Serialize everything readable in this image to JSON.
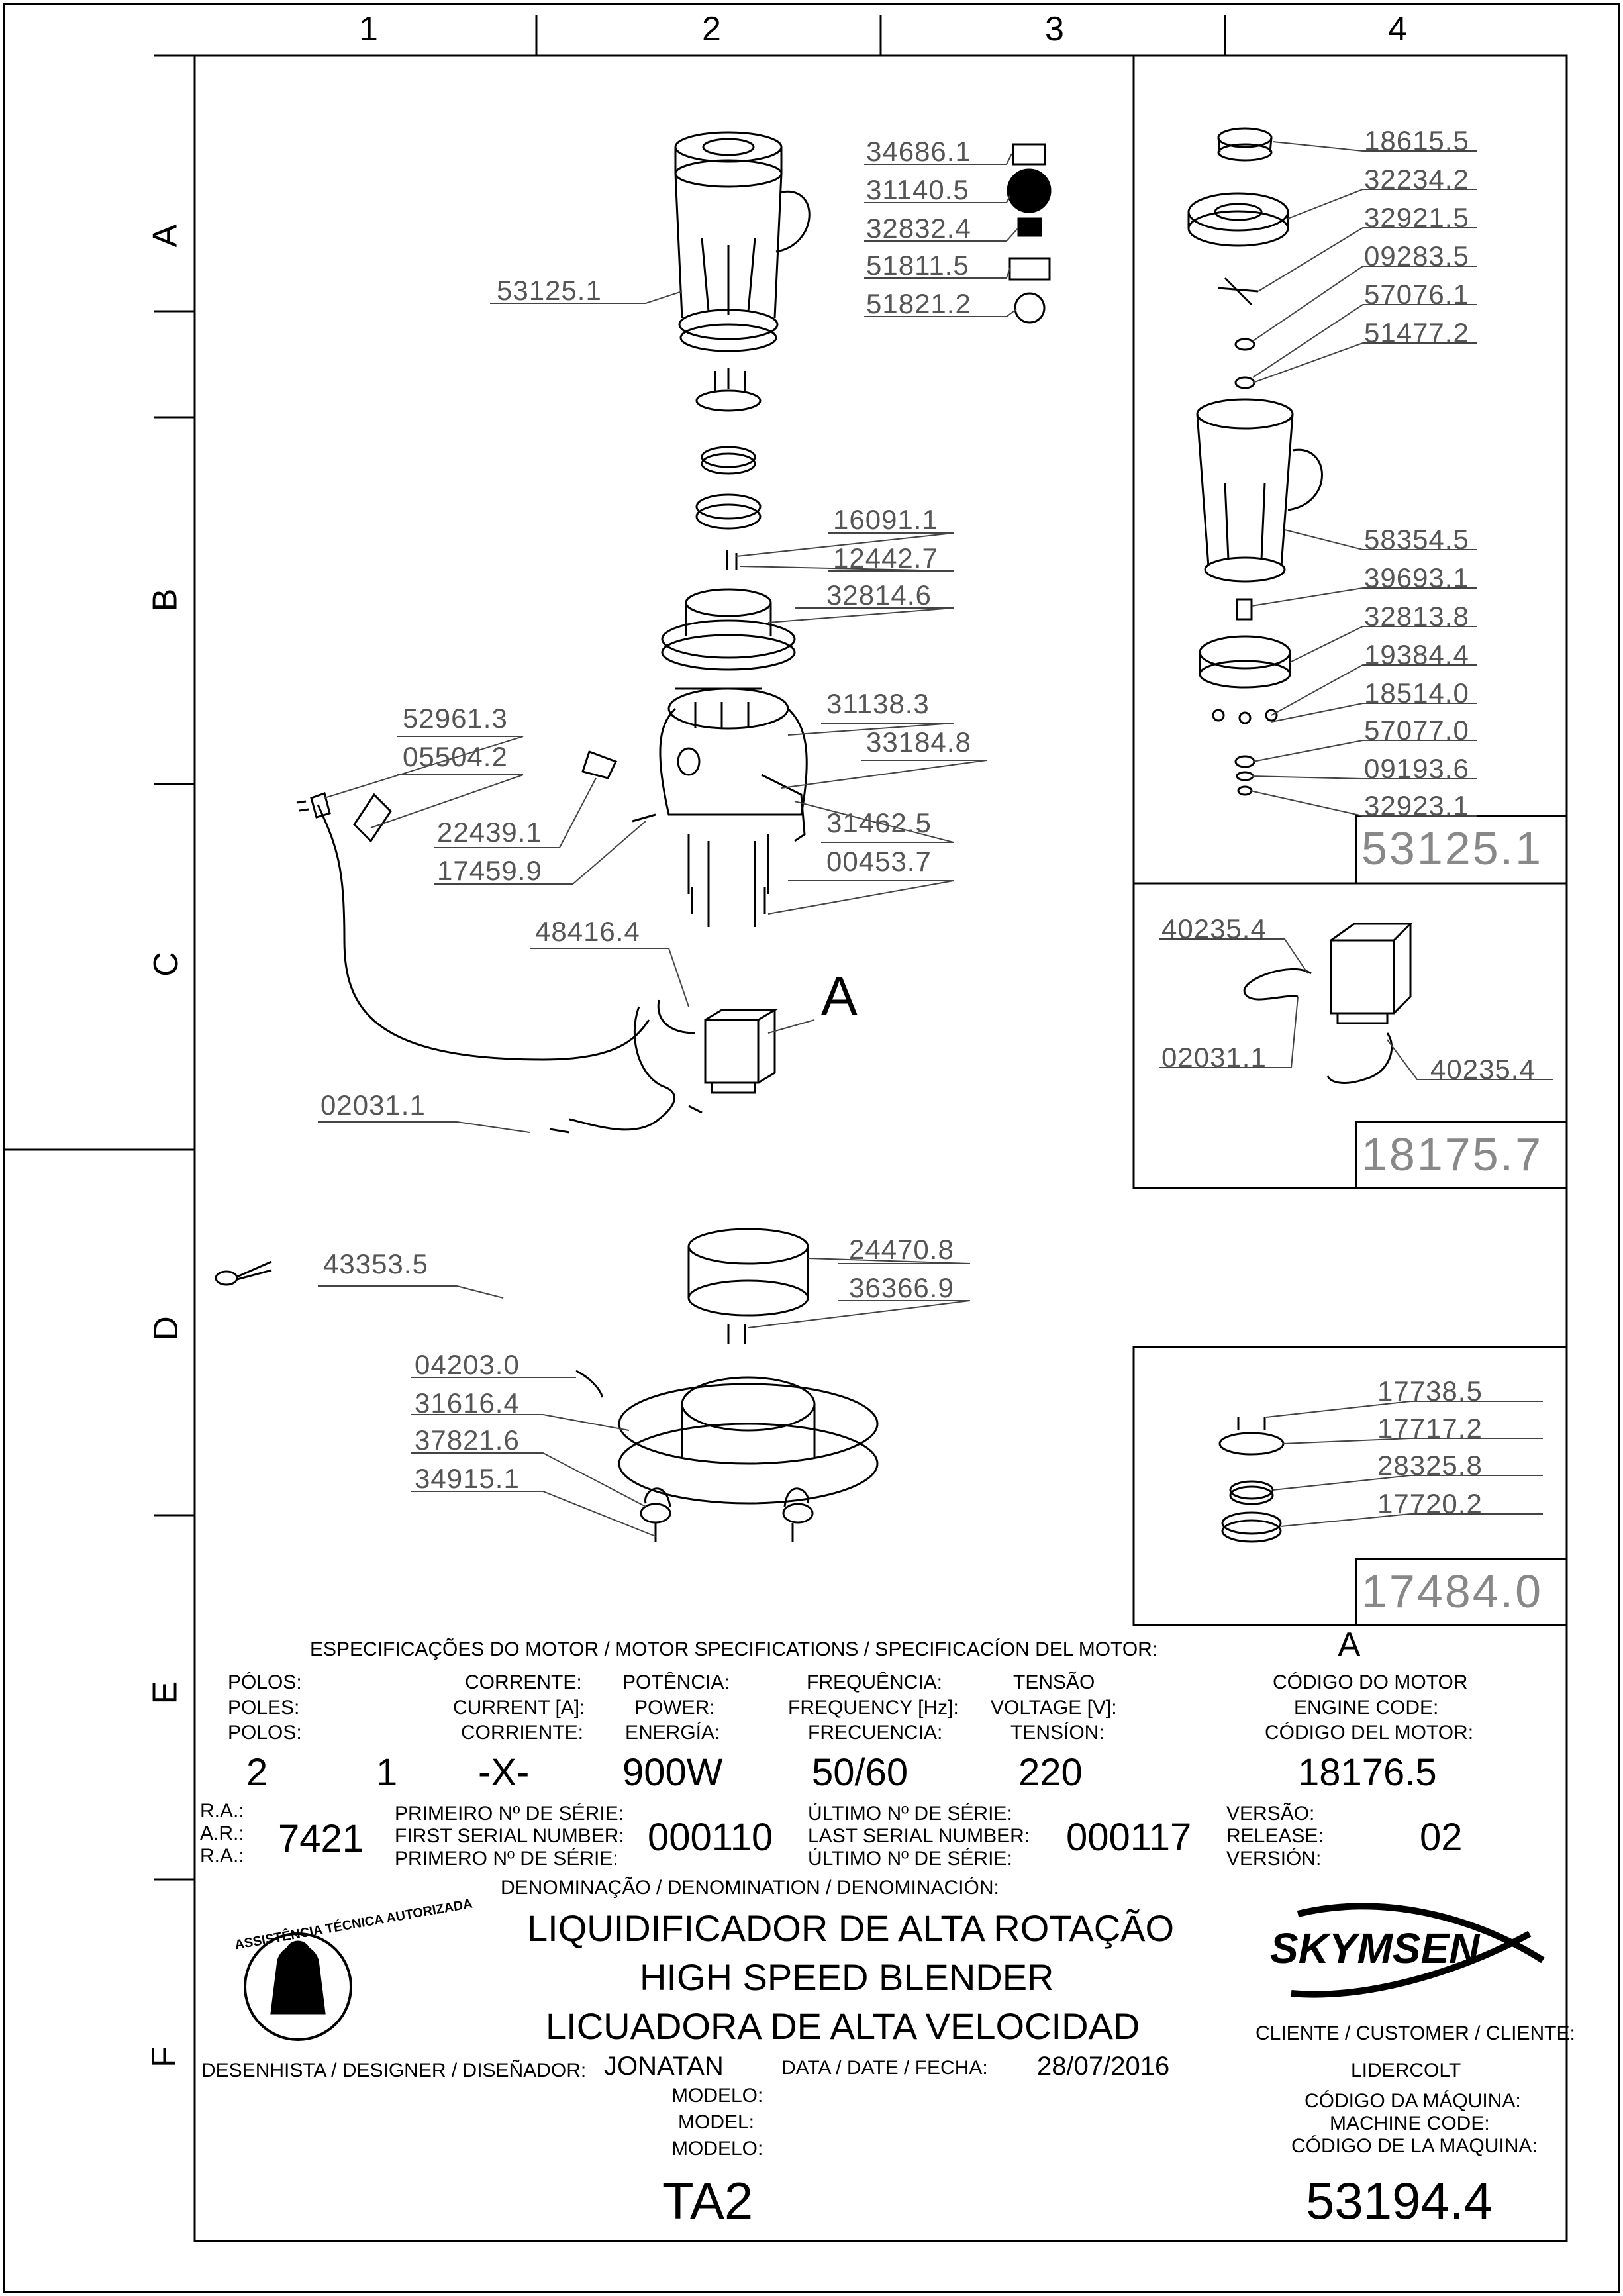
{
  "grid": {
    "columns": [
      "1",
      "2",
      "3",
      "4"
    ],
    "rows": [
      "A",
      "B",
      "C",
      "D",
      "E",
      "F"
    ]
  },
  "assembly_refs": {
    "jar": "53125.1",
    "labels": [
      "34686.1",
      "31140.5",
      "32832.4",
      "51811.5",
      "51821.2"
    ],
    "coupling": [
      "16091.1",
      "12442.7",
      "32814.6"
    ],
    "housing": [
      "31138.3",
      "33184.8",
      "31462.5",
      "00453.7",
      "52961.3",
      "05504.2",
      "22439.1",
      "17459.9",
      "48416.4",
      "02031.1"
    ],
    "motor_callout": "A",
    "base": [
      "43353.5",
      "24470.8",
      "36366.9",
      "04203.0",
      "31616.4",
      "37821.6",
      "34915.1"
    ]
  },
  "jar_kit": {
    "refs": [
      "18615.5",
      "32234.2",
      "32921.5",
      "09283.5",
      "57076.1",
      "51477.2",
      "58354.5",
      "39693.1",
      "32813.8",
      "19384.4",
      "18514.0",
      "57077.0",
      "09193.6",
      "32923.1"
    ],
    "code": "53125.1"
  },
  "motor_kit": {
    "refs": [
      "40235.4",
      "02031.1",
      "40235.4"
    ],
    "code": "18175.7"
  },
  "coupling_kit": {
    "refs": [
      "17738.5",
      "17717.2",
      "28325.8",
      "17720.2"
    ],
    "code": "17484.0"
  },
  "motor_specs": {
    "title": "ESPECIFICAÇÕES DO MOTOR / MOTOR SPECIFICATIONS / SPECIFICACÍON DEL MOTOR:",
    "letter": "A",
    "poles_label": [
      "PÓLOS:",
      "POLES:",
      "POLOS:"
    ],
    "current_label": [
      "CORRENTE:",
      "CURRENT [A]:",
      "CORRIENTE:"
    ],
    "power_label": [
      "POTÊNCIA:",
      "POWER:",
      "ENERGÍA:"
    ],
    "freq_label": [
      "FREQUÊNCIA:",
      "FREQUENCY [Hz]:",
      "FRECUENCIA:"
    ],
    "voltage_label": [
      "TENSÃO",
      "VOLTAGE [V]:",
      "TENSÍON:"
    ],
    "engine_label": [
      "CÓDIGO DO MOTOR",
      "ENGINE CODE:",
      "CÓDIGO DEL MOTOR:"
    ],
    "poles": "2",
    "current": "1",
    "current_extra": "-X-",
    "power": "900W",
    "frequency": "50/60",
    "voltage": "220",
    "engine_code": "18176.5"
  },
  "serials": {
    "ra_label": [
      "R.A.:",
      "A.R.:",
      "R.A.:"
    ],
    "ra": "7421",
    "first_label": [
      "PRIMEIRO Nº DE SÉRIE:",
      "FIRST SERIAL NUMBER:",
      "PRIMERO Nº DE SÉRIE:"
    ],
    "first": "000110",
    "last_label": [
      "ÚLTIMO Nº DE SÉRIE:",
      "LAST SERIAL NUMBER:",
      "ÚLTIMO Nº DE SÉRIE:"
    ],
    "last": "000117",
    "version_label": [
      "VERSÃO:",
      "RELEASE:",
      "VERSIÓN:"
    ],
    "version": "02"
  },
  "denomination": {
    "label": "DENOMINAÇÃO / DENOMINATION / DENOMINACIÓN:",
    "lines": [
      "LIQUIDIFICADOR DE ALTA ROTAÇÃO",
      "HIGH SPEED BLENDER",
      "LICUADORA DE ALTA VELOCIDAD"
    ]
  },
  "seal_text": "ASSISTÊNCIA TÉCNICA AUTORIZADA",
  "brand": "SKYMSEN",
  "customer": {
    "label": "CLIENTE / CUSTOMER / CLIENTE:",
    "value": "LIDERCOLT"
  },
  "designer": {
    "label": "DESENHISTA / DESIGNER / DISEÑADOR:",
    "value": "JONATAN"
  },
  "date": {
    "label": "DATA / DATE / FECHA:",
    "value": "28/07/2016"
  },
  "model": {
    "label": [
      "MODELO:",
      "MODEL:",
      "MODELO:"
    ],
    "value": "TA2"
  },
  "machine_code": {
    "label": [
      "CÓDIGO DA MÁQUINA:",
      "MACHINE CODE:",
      "CÓDIGO DE LA MAQUINA:"
    ],
    "value": "53194.4"
  }
}
